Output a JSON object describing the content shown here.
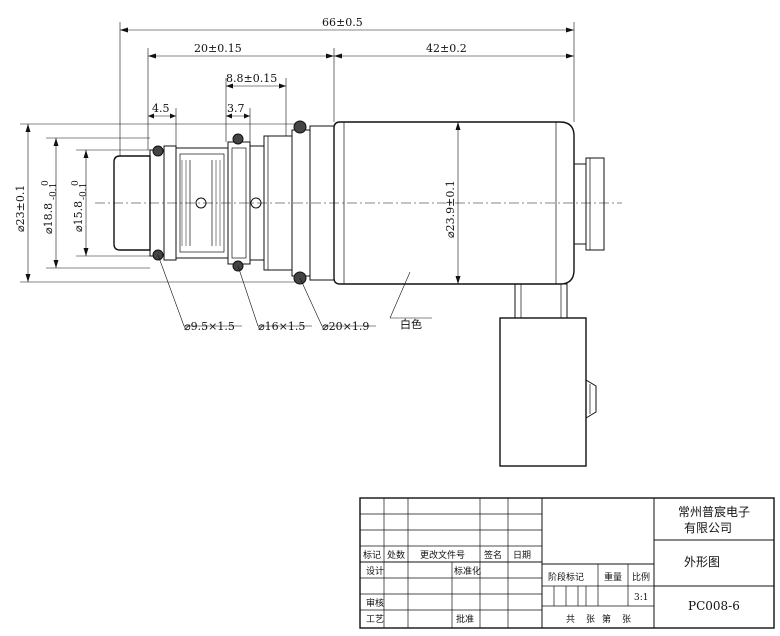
{
  "dimensions": {
    "overall_length": "66±0.5",
    "front_length": "20±0.15",
    "body_length": "42±0.2",
    "groove_spacing": "8.8±0.15",
    "first_groove": "4.5",
    "groove_width": "3.7",
    "outer_diameter": "⌀23±0.1",
    "seat_diameter_main": "⌀18.8",
    "seat_diameter_tol": "0\n-0.1",
    "inner_diameter_main": "⌀15.8",
    "inner_diameter_tol": "0\n-0.1",
    "body_diameter": "⌀23.9±0.1"
  },
  "orings": [
    {
      "label": "⌀9.5×1.5"
    },
    {
      "label": "⌀16×1.5"
    },
    {
      "label": "⌀20×1.9"
    }
  ],
  "color_note": "白色",
  "title_block": {
    "company_line1": "常州普宸电子",
    "company_line2": "有限公司",
    "drawing_title": "外形图",
    "part_number": "PC008-6",
    "scale": "3:1",
    "headers": {
      "mark": "标记",
      "count": "处数",
      "change_doc": "更改文件号",
      "sign": "签名",
      "date": "日期",
      "design": "设计",
      "standardize": "标准化",
      "review": "审核",
      "process": "工艺",
      "approve": "批准",
      "stage_mark": "阶段标记",
      "weight": "重量",
      "ratio": "比例",
      "total_sheets": "共",
      "sheets": "张",
      "sheet_no": "第",
      "sheet_unit": "张"
    }
  }
}
